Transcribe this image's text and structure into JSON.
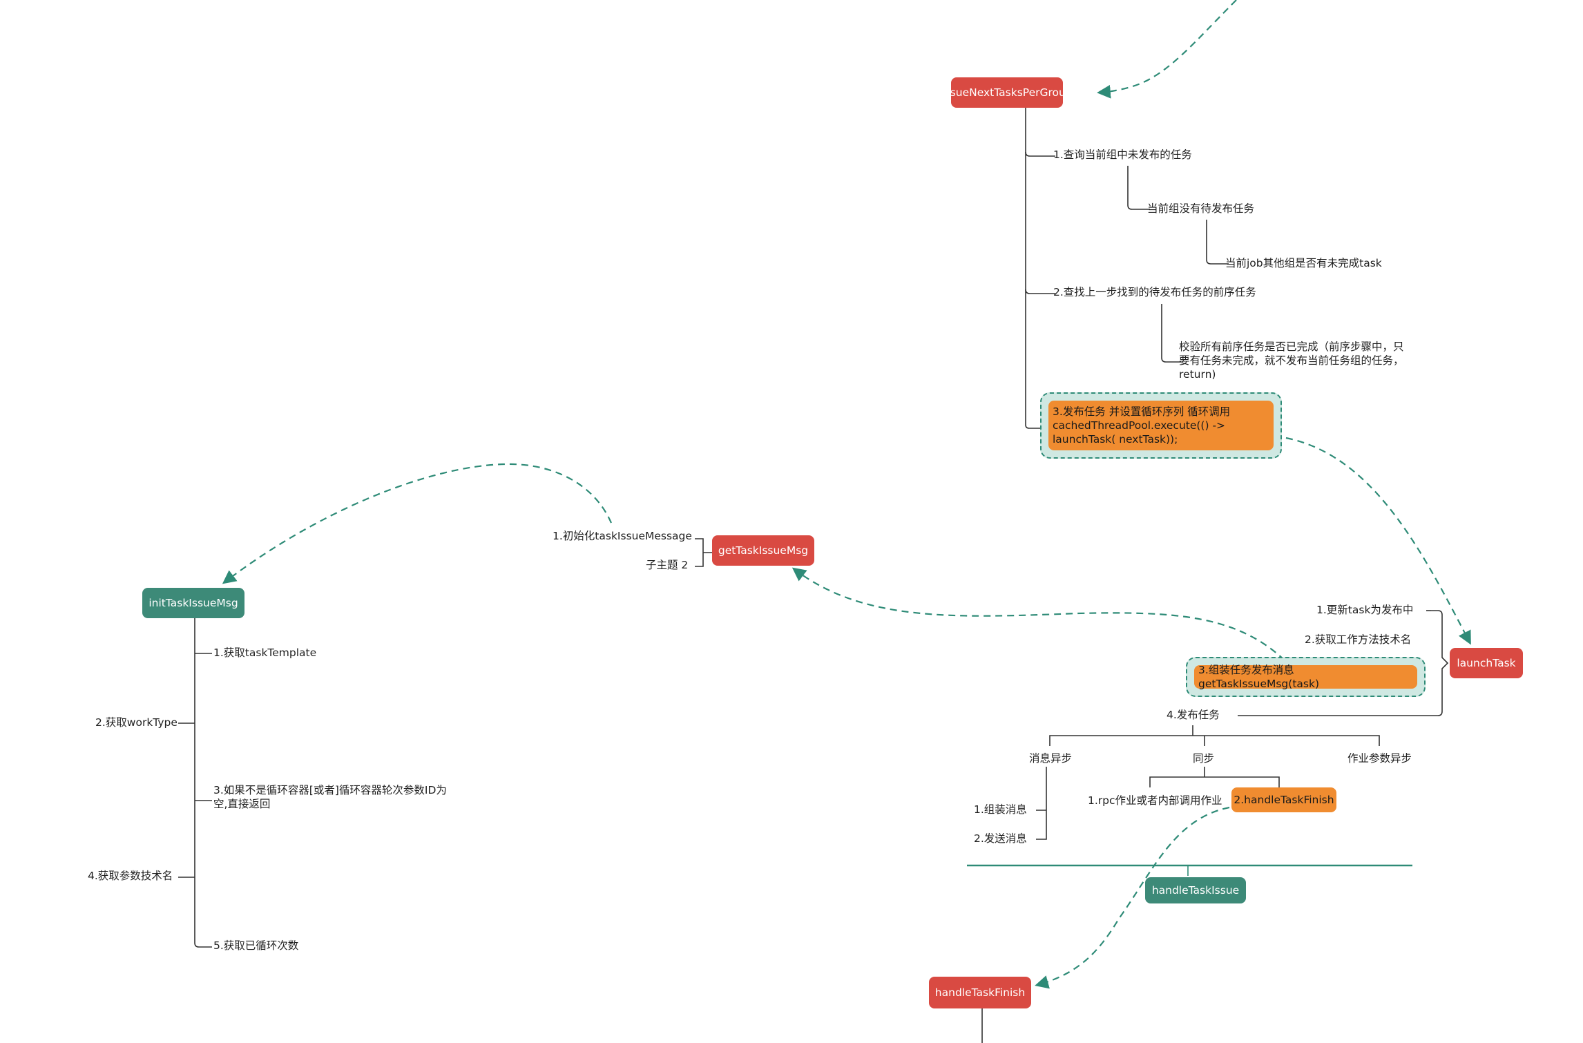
{
  "nodes": {
    "issue_next": "issueNextTasksPerGroup",
    "get_msg": "getTaskIssueMsg",
    "init_msg": "initTaskIssueMsg",
    "launch_task": "launchTask",
    "handle_finish_main": "handleTaskFinish",
    "handle_issue": "handleTaskIssue",
    "handle_finish_orange": "2.handleTaskFinish"
  },
  "issue_branch": {
    "step1": "1.查询当前组中未发布的任务",
    "step1_sub": "当前组没有待发布任务",
    "step1_sub_sub": "当前job其他组是否有未完成task",
    "step2": "2.查找上一步找到的待发布任务的前序任务",
    "step2_sub": "校验所有前序任务是否已完成（前序步骤中，只要有任务未完成，就不发布当前任务组的任务，return)",
    "step3": "3.发布任务 并设置循环序列 循环调用 cachedThreadPool.execute(() -> launchTask( nextTask));"
  },
  "get_msg_branch": {
    "child1": "1.初始化taskIssueMessage",
    "child2": "子主题 2"
  },
  "init_branch": {
    "step1": "1.获取taskTemplate",
    "step2": "2.获取workType",
    "step3": "3.如果不是循环容器[或者]循环容器轮次参数ID为空,直接返回",
    "step4": "4.获取参数技术名",
    "step5": "5.获取已循环次数"
  },
  "launch_branch": {
    "step1": "1.更新task为发布中",
    "step2": "2.获取工作方法技术名",
    "step3": "3.组装任务发布消息 getTaskIssueMsg(task)",
    "step4": "4.发布任务",
    "async_msg": "消息异步",
    "sync": "同步",
    "async_param": "作业参数异步",
    "assemble": "1.组装消息",
    "send": "2.发送消息",
    "rpc": "1.rpc作业或者内部调用作业"
  },
  "colors": {
    "red": "#d94a42",
    "green": "#3d8a78",
    "orange": "#f08c30",
    "highlight": "#cfe8e2",
    "dashed_link": "#2e8b77"
  }
}
